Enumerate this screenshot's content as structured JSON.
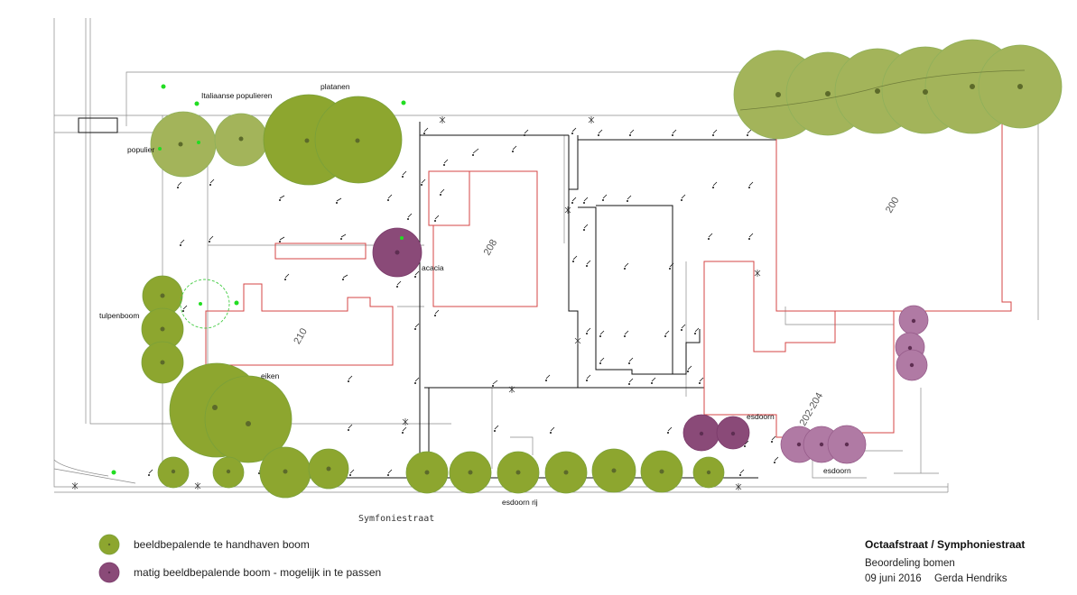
{
  "labels": {
    "italiaanse_populieren": "Italiaanse populieren",
    "platanen": "platanen",
    "populier": "populier",
    "acacia": "acacia",
    "tulpenboom": "tulpenboom",
    "eiken": "eiken",
    "esdoorn_1": "esdoorn",
    "esdoorn_2": "esdoorn",
    "esdoorn_rij": "esdoorn rij",
    "street": "Symfoniestraat"
  },
  "buildings": {
    "b200": "200",
    "b208": "208",
    "b210": "210",
    "b202": "202-204"
  },
  "legend": {
    "item_1": "beeldbepalende te handhaven boom",
    "item_2": "matig beeldbepalende boom - mogelijk in te passen"
  },
  "title_block": {
    "title": "Octaafstraat / Symphoniestraat",
    "subtitle": "Beoordeling bomen",
    "date": "09 juni 2016",
    "author": "Gerda Hendriks"
  },
  "colors": {
    "green_light": "#a3b45a",
    "green_dark": "#8da62f",
    "purple": "#8a4a78",
    "purple_light": "#b07aa4",
    "building_outline": "#d64545"
  }
}
